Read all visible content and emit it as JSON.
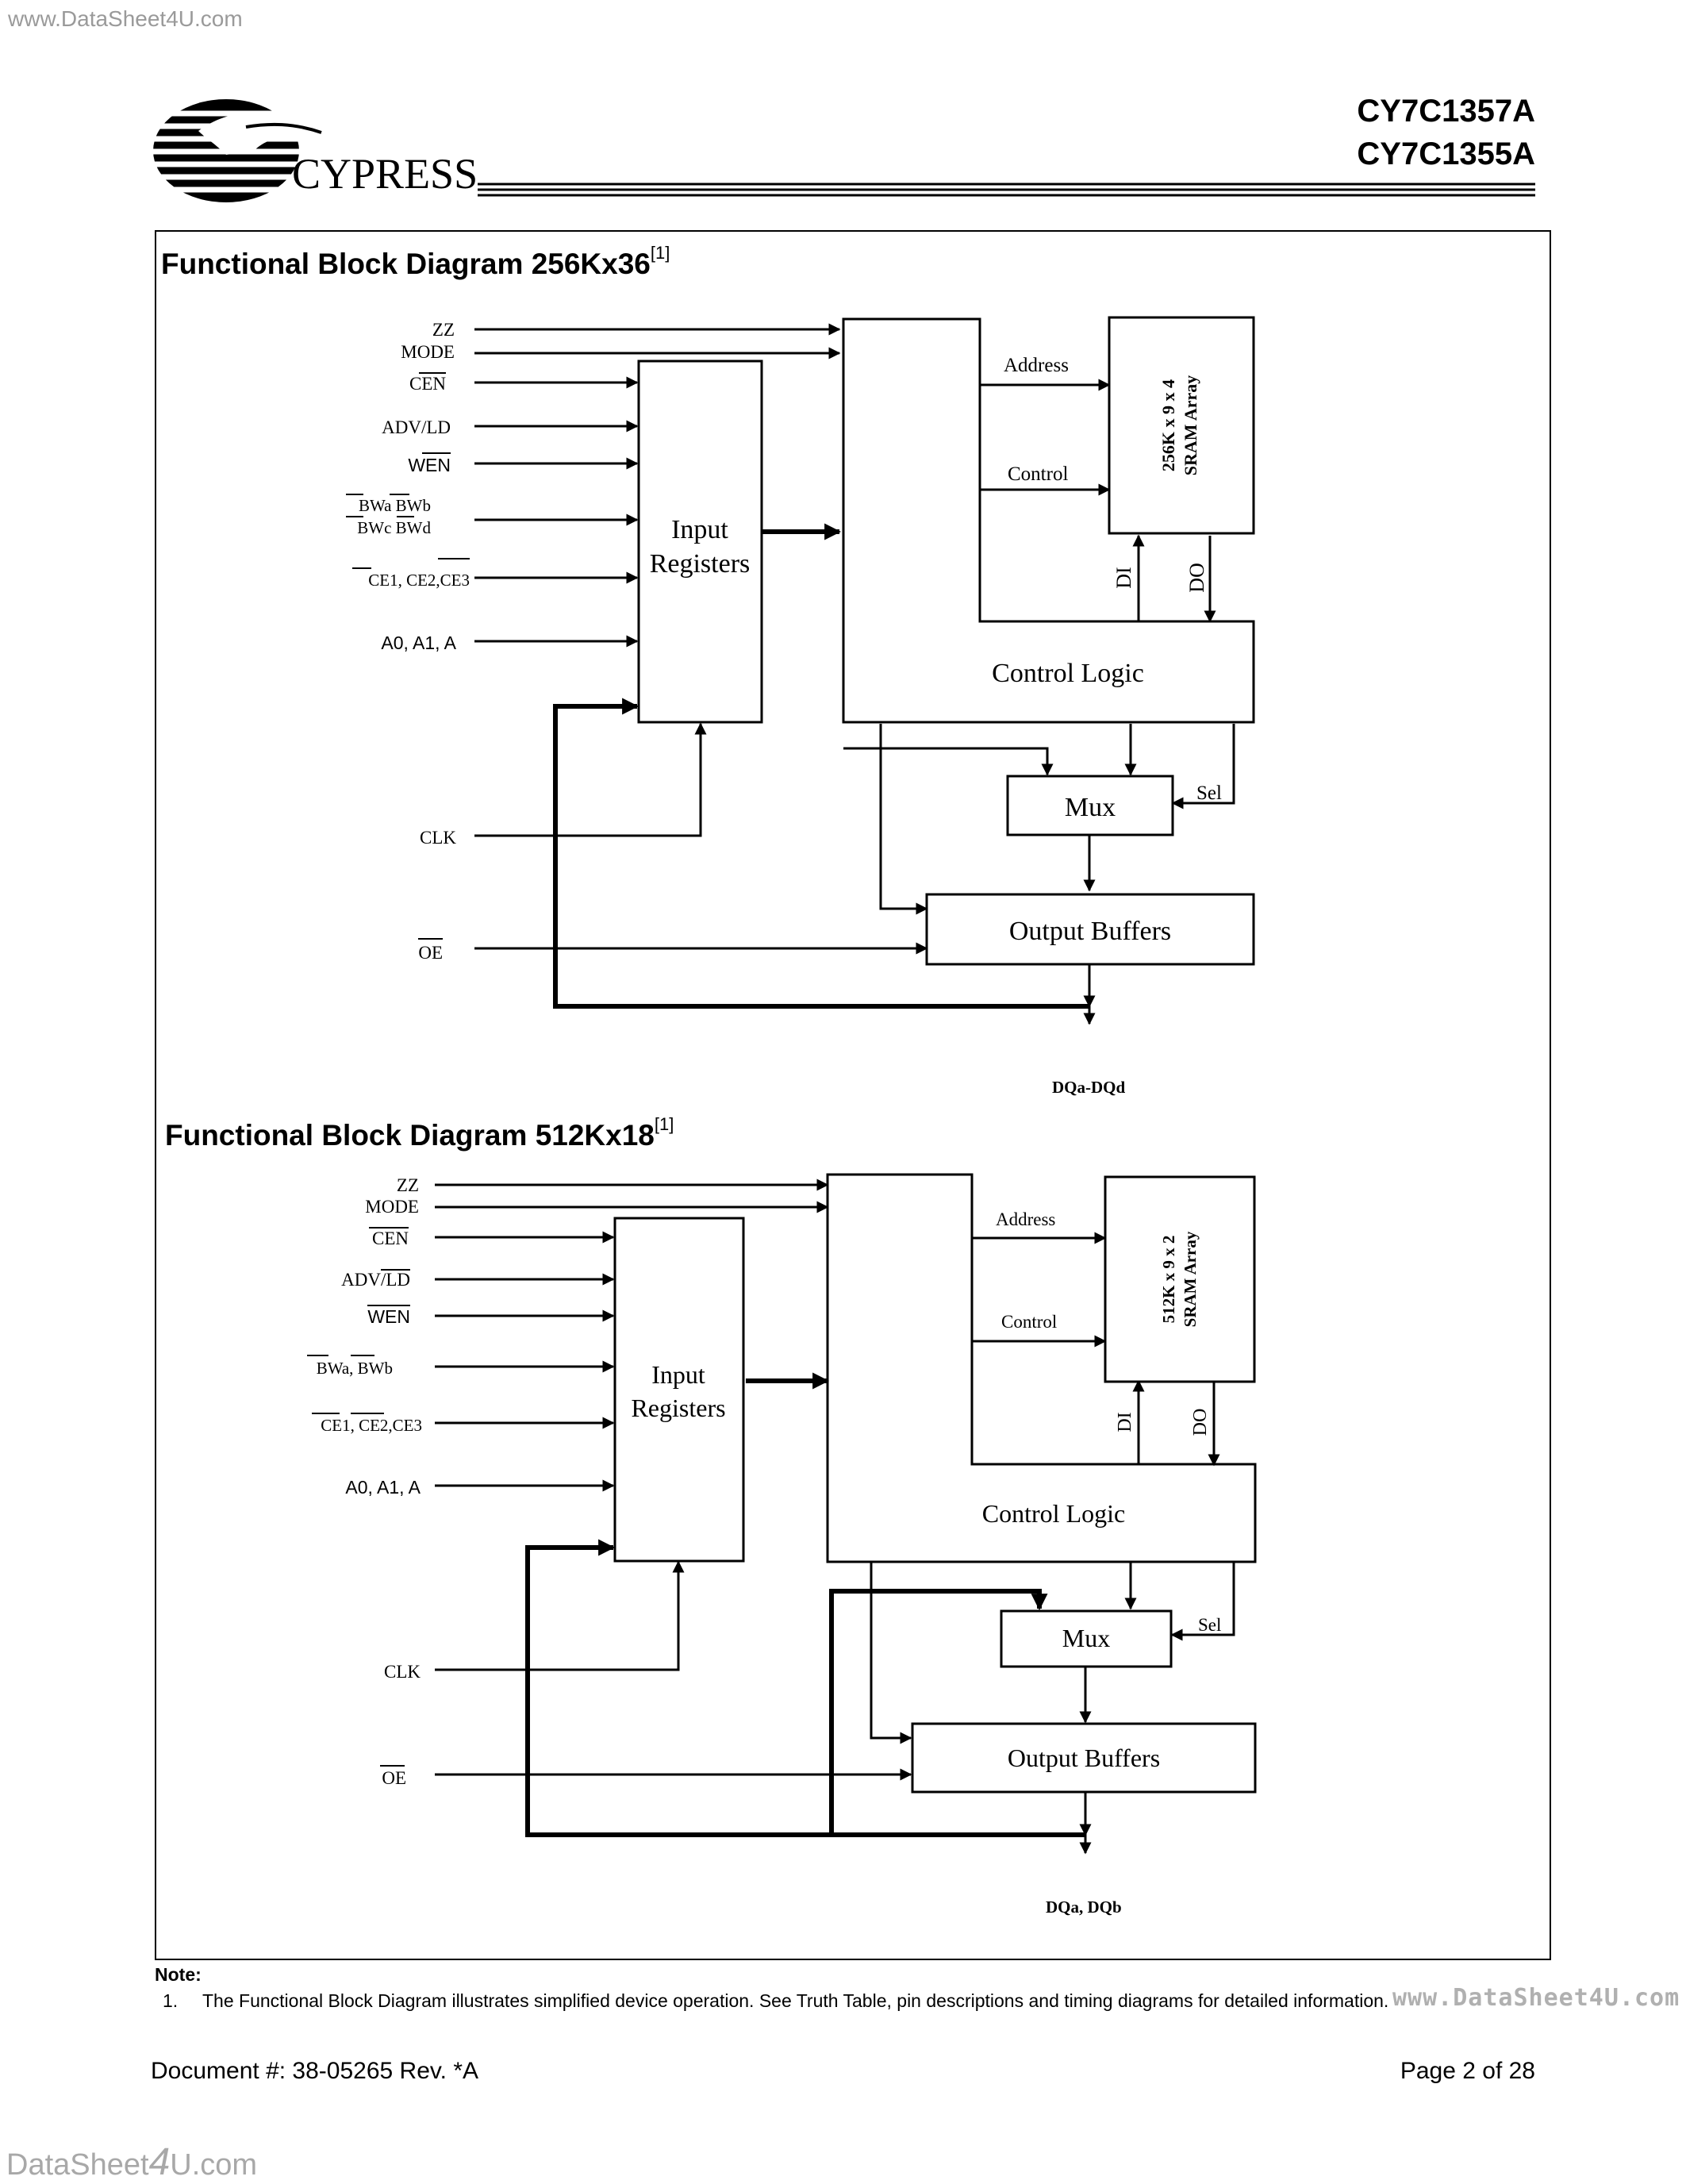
{
  "watermark_top": "www.DataSheet4U.com",
  "watermark_bottom": {
    "prefix": "DataSheet",
    "big": "4",
    "suffix": "U.com"
  },
  "watermark_right": "www.DataSheet4U.com",
  "logo": {
    "text": "CYPRESS"
  },
  "part_numbers": [
    "CY7C1357A",
    "CY7C1355A"
  ],
  "diagram1": {
    "title": "Functional Block Diagram 256Kx36",
    "title_ref": "[1]",
    "inputs": {
      "zz": "ZZ",
      "mode": "MODE",
      "cen": "CEN",
      "adv": "ADV/LD",
      "wen": "WEN",
      "bw1": "BWa BWb",
      "bw2": "BWc BWd",
      "ce": "CE1, CE2,CE3",
      "addr": "A0, A1, A",
      "clk": "CLK",
      "oe": "OE"
    },
    "input_registers": [
      "Input",
      "Registers"
    ],
    "sram_array": [
      "256K x 9 x 4",
      "SRAM Array"
    ],
    "address_label": "Address",
    "control_label": "Control",
    "di": "DI",
    "do": "DO",
    "control_logic": "Control Logic",
    "mux": "Mux",
    "sel": "Sel",
    "output_buffers": "Output Buffers",
    "output": "DQa-DQd"
  },
  "diagram2": {
    "title": "Functional Block Diagram 512Kx18",
    "title_ref": "[1]",
    "inputs": {
      "zz": "ZZ",
      "mode": "MODE",
      "cen": "CEN",
      "adv": "ADV/LD",
      "wen": "WEN",
      "bw": "BWa, BWb",
      "ce": "CE1, CE2,CE3",
      "addr": "A0, A1, A",
      "clk": "CLK",
      "oe": "OE"
    },
    "input_registers": [
      "Input",
      "Registers"
    ],
    "sram_array": [
      "512K x 9 x 2",
      "SRAM Array"
    ],
    "address_label": "Address",
    "control_label": "Control",
    "di": "DI",
    "do": "DO",
    "control_logic": "Control Logic",
    "mux": "Mux",
    "sel": "Sel",
    "output_buffers": "Output Buffers",
    "output": "DQa, DQb"
  },
  "note": {
    "heading": "Note:",
    "items": [
      {
        "num": "1.",
        "text": "The Functional Block Diagram illustrates simplified device operation. See Truth Table, pin descriptions and timing diagrams for detailed information."
      }
    ]
  },
  "footer": {
    "doc": "Document #: 38-05265 Rev. *A",
    "page": "Page 2 of 28"
  }
}
